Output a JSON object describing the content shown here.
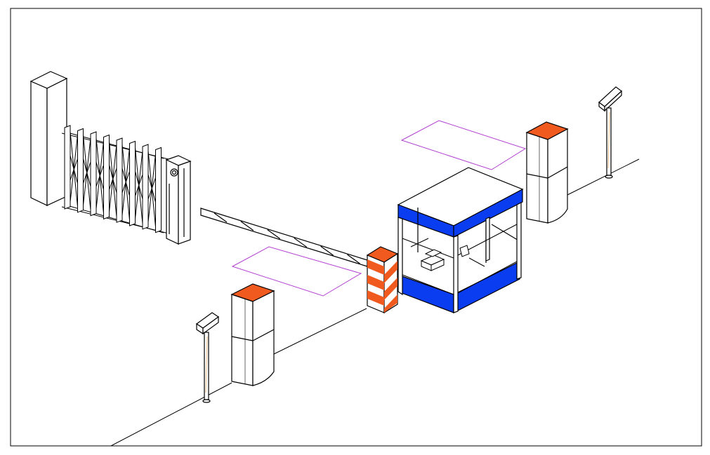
{
  "colors": {
    "background": "#ffffff",
    "line": "#000000",
    "booth_blue": "#0a3cf0",
    "accent_orange": "#f05a1e",
    "zone_outline": "#b040d0",
    "pole_tint": "#e8b070"
  },
  "components": [
    {
      "id": "frame-border",
      "kind": "drawing-frame"
    },
    {
      "id": "road-edge",
      "kind": "road-curb-line"
    },
    {
      "id": "concrete-pillar",
      "kind": "gate-pillar"
    },
    {
      "id": "retractable-gate",
      "kind": "folding-gate",
      "panels": 8
    },
    {
      "id": "gate-motor-box",
      "kind": "gate-controller"
    },
    {
      "id": "barrier-arm",
      "kind": "boom-barrier-arm",
      "stripes": 6
    },
    {
      "id": "barrier-base",
      "kind": "boom-barrier-cabinet"
    },
    {
      "id": "guard-booth",
      "kind": "sentry-box"
    },
    {
      "id": "detection-zone-front",
      "kind": "vehicle-detection-loop"
    },
    {
      "id": "detection-zone-rear",
      "kind": "vehicle-detection-loop"
    },
    {
      "id": "ticket-kiosk-front",
      "kind": "parking-ticket-machine"
    },
    {
      "id": "ticket-kiosk-rear",
      "kind": "parking-ticket-machine"
    },
    {
      "id": "camera-pole-front",
      "kind": "license-plate-camera"
    },
    {
      "id": "camera-pole-rear",
      "kind": "license-plate-camera"
    }
  ]
}
